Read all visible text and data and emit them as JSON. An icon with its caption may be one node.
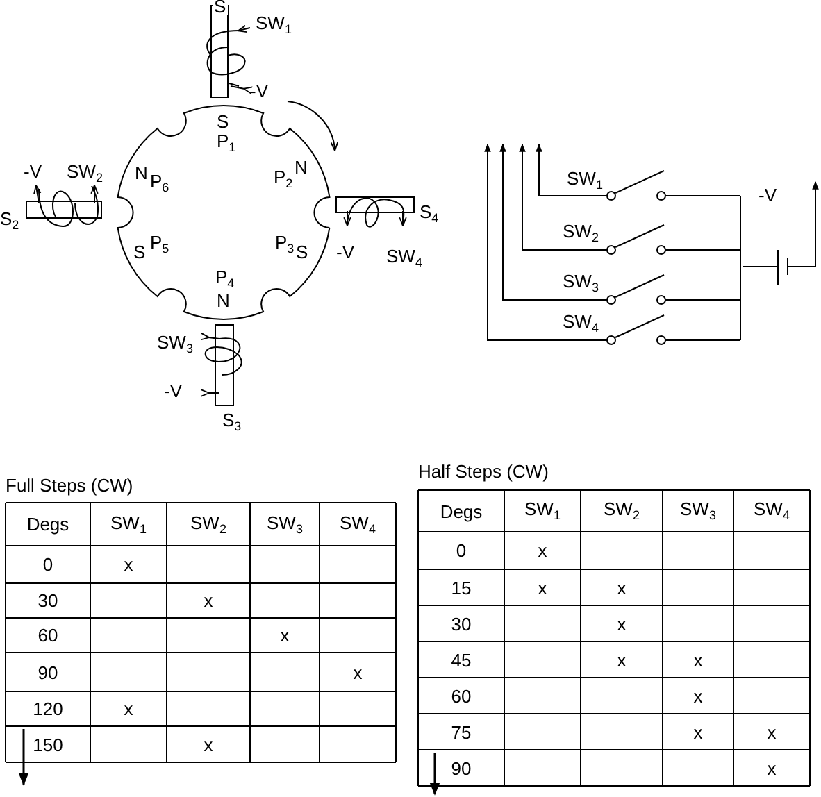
{
  "diagram": {
    "labels": [
      "S",
      "SW$_{1}$",
      "-V",
      "S",
      "P$_{1}$",
      "-V",
      "SW$_{2}$",
      "N",
      "P$_{6}$",
      "P$_{2}$",
      "N",
      "S$_{2}$",
      "S$_{4}$",
      "S",
      "P$_{5}$",
      "P$_{3}$",
      "S",
      "-V",
      "SW$_{4}$",
      "P$_{4}$",
      "N",
      "SW$_{3}$",
      "-V",
      "S$_{3}$",
      "SW$_{1}$",
      "-V",
      "SW$_{2}$",
      "SW$_{3}$",
      "SW$_{4}$",
      "Full Steps (CW)",
      "Degs",
      "SW$_{1}$",
      "SW$_{2}$",
      "SW$_{3}$",
      "SW$_{4}$",
      "0",
      "x",
      "30",
      "x",
      "60",
      "x",
      "90",
      "x",
      "120",
      "x",
      "150",
      "x",
      "Half Steps (CW)",
      "Degs",
      "SW$_{1}$",
      "SW$_{2}$",
      "SW$_{3}$",
      "SW$_{4}$",
      "0",
      "x",
      "15",
      "x",
      "x",
      "30",
      "x",
      "45",
      "x",
      "x",
      "60",
      "x",
      "75",
      "x",
      "x",
      "90",
      "x"
    ]
  }
}
